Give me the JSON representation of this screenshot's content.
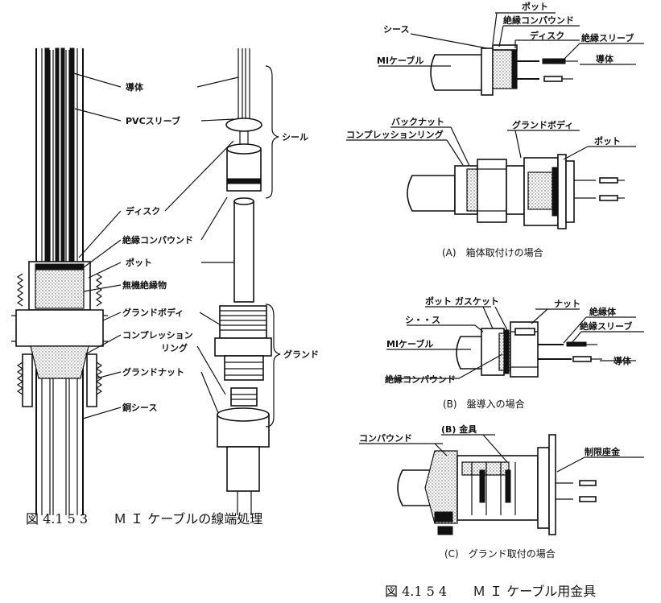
{
  "fig153": {
    "labels": {
      "conductor": "導体",
      "pvc_sleeve": "PVCスリーブ",
      "disk": "ディスク",
      "insulating_compound": "絶縁コンパウンド",
      "pot": "ポット",
      "inorganic_insulation": "無機絶縁物",
      "gland_body": "グランドボディ",
      "compression_ring_1": "コンプレッション",
      "compression_ring_2": "リング",
      "gland_nut": "グランドナット",
      "copper_sheath": "銅シース",
      "seal": "シール",
      "gland": "グランド"
    },
    "caption": "図 4.1 5 3　　Ｍ Ｉ ケーブルの線端処理"
  },
  "fig154": {
    "a_labels": {
      "pot": "ポット",
      "sheath": "シース",
      "insulating_compound": "絶縁コンパウンド",
      "disk": "ディスク",
      "insulating_sleeve": "絶縁スリーブ",
      "mi_cable": "MIケーブル",
      "conductor": "導体",
      "back_nut": "バックナット",
      "compression_ring": "コンプレッションリング",
      "gland_body": "グランドボディ",
      "pot2": "ポット"
    },
    "a_caption": "(A)　箱体取付けの場合",
    "b_labels": {
      "pot_gasket": "ポット ガスケット",
      "nut": "ナット",
      "insulator": "絶縁体",
      "sheath": "シ・・ス",
      "insulating_sleeve": "絶縁スリーブ",
      "mi_cable": "MIケーブル",
      "conductor": "導体",
      "insulating_compound": "絶縁コンパウンド"
    },
    "b_caption": "(B)　盤導入の場合",
    "c_labels": {
      "compound": "コンパウンド",
      "b_fitting": "(B) 金具",
      "limit_washer": "制限座金"
    },
    "c_caption": "(C)　グランド取付の場合",
    "caption": "図 4.1 5 4　　Ｍ Ｉ ケーブル用金具"
  }
}
